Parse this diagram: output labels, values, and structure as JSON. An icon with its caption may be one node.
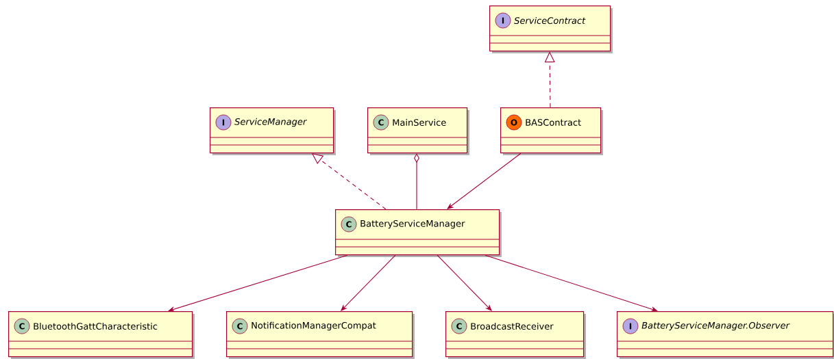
{
  "diagram": {
    "nodes": [
      {
        "text": [
          "I",
          "ServiceContract"
        ]
      },
      {
        "text": [
          "I",
          "ServiceManager"
        ]
      },
      {
        "text": [
          "C",
          "MainService"
        ]
      },
      {
        "text": [
          "O",
          "BASContract"
        ]
      },
      {
        "text": [
          "C",
          "BatteryServiceManager"
        ]
      },
      {
        "text": [
          "C",
          "BluetoothGattCharacteristic"
        ]
      },
      {
        "text": [
          "C",
          "NotificationManagerCompat"
        ]
      },
      {
        "text": [
          "C",
          "BroadcastReceiver"
        ]
      },
      {
        "text": [
          "I",
          "BatteryServiceManager.Observer"
        ]
      }
    ],
    "edges": [
      {
        "from": 3,
        "to": 0,
        "arrow": "to",
        "style": "dashed"
      },
      {
        "from": 4,
        "to": 1,
        "arrow": "to",
        "style": "dashed"
      },
      {
        "from": 2,
        "to": 4,
        "arrow": "other"
      },
      {
        "from": 3,
        "to": 4,
        "arrow": "to"
      },
      {
        "from": 4,
        "to": 5,
        "arrow": "to"
      },
      {
        "from": 4,
        "to": 6,
        "arrow": "to"
      },
      {
        "from": 4,
        "to": 7,
        "arrow": "to"
      },
      {
        "from": 4,
        "to": 8,
        "arrow": "to"
      }
    ]
  }
}
